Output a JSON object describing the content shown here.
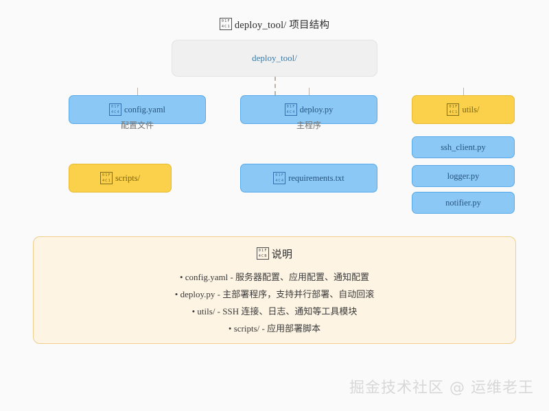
{
  "page": {
    "background_color": "#fafafa",
    "title": "deploy_tool/ 项目结构",
    "title_icon": "folder-icon"
  },
  "colors": {
    "blue_fill": "#8cc8f5",
    "blue_border": "#57a8e8",
    "blue_text": "#24547d",
    "yellow_fill": "#fbd14b",
    "yellow_border": "#e8b92c",
    "yellow_text": "#7a6410",
    "root_fill": "#f0f0f0",
    "root_border": "#e3e3e3",
    "root_text": "#3b7aa8",
    "legend_fill": "#fdf4e3",
    "legend_border": "#f0cd8a",
    "connector": "#b9b2a8",
    "watermark": "#d8d8d8"
  },
  "icons": {
    "folder": {
      "name": "folder-icon",
      "codepoint": "01F4C1",
      "rows": [
        "01F",
        "4C1"
      ]
    },
    "file": {
      "name": "file-icon",
      "codepoint": "01F4C4",
      "rows": [
        "01F",
        "4C4"
      ]
    },
    "clipboard": {
      "name": "clipboard-icon",
      "codepoint": "01F4CB",
      "rows": [
        "01F",
        "4CB"
      ]
    }
  },
  "tree": {
    "root": {
      "label": "deploy_tool/",
      "type": "folder"
    },
    "children": [
      {
        "label": "config.yaml",
        "icon": "file",
        "style": "blue",
        "caption": "配置文件"
      },
      {
        "label": "deploy.py",
        "icon": "file",
        "style": "blue",
        "caption": "主程序"
      },
      {
        "label": "utils/",
        "icon": "folder",
        "style": "yellow",
        "caption": ""
      },
      {
        "label": "scripts/",
        "icon": "folder",
        "style": "yellow",
        "caption": ""
      },
      {
        "label": "requirements.txt",
        "icon": "file",
        "style": "blue",
        "caption": ""
      }
    ],
    "utils_modules": [
      {
        "label": "ssh_client.py",
        "style": "blue"
      },
      {
        "label": "logger.py",
        "style": "blue"
      },
      {
        "label": "notifier.py",
        "style": "blue"
      }
    ]
  },
  "legend": {
    "icon": "clipboard-icon",
    "title": "说明",
    "lines": [
      "• config.yaml - 服务器配置、应用配置、通知配置",
      "• deploy.py - 主部署程序，支持并行部署、自动回滚",
      "• utils/ - SSH 连接、日志、通知等工具模块",
      "• scripts/ - 应用部署脚本"
    ]
  },
  "watermark": {
    "text": "掘金技术社区 @ 运维老王"
  }
}
